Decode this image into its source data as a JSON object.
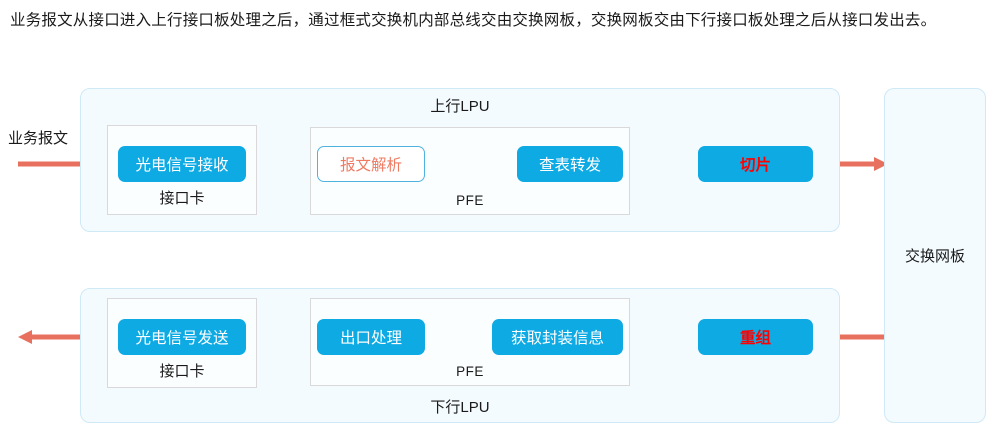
{
  "intro": {
    "text": "业务报文从接口进入上行接口板处理之后，通过框式交换机内部总线交由交换网板，交换网板交由下行接口板处理之后从接口发出去。"
  },
  "colors": {
    "node_fill": "#0eaae4",
    "node_text": "#ffffff",
    "node_text_highlight": "#ff0000",
    "arrow": "#e8705f",
    "panel_fill": "#f3fbfe",
    "panel_border": "#cfe9f7",
    "subbox_border": "#d9d9d9",
    "outline_node_border": "#4fb3e0",
    "outline_node_text": "#ef7a62"
  },
  "diagram": {
    "input_label": "业务报文",
    "fabric": {
      "label": "交换网板"
    },
    "upstream": {
      "title": "上行LPU",
      "groups": [
        {
          "label": "接口卡"
        },
        {
          "label": "PFE"
        }
      ],
      "nodes": [
        {
          "label": "光电信号接收",
          "style": "filled"
        },
        {
          "label": "报文解析",
          "style": "outline"
        },
        {
          "label": "查表转发",
          "style": "filled"
        },
        {
          "label": "切片",
          "style": "filled-highlight"
        }
      ]
    },
    "downstream": {
      "title": "下行LPU",
      "groups": [
        {
          "label": "接口卡"
        },
        {
          "label": "PFE"
        }
      ],
      "nodes": [
        {
          "label": "光电信号发送",
          "style": "filled"
        },
        {
          "label": "出口处理",
          "style": "filled"
        },
        {
          "label": "获取封装信息",
          "style": "filled"
        },
        {
          "label": "重组",
          "style": "filled-highlight"
        }
      ]
    }
  }
}
